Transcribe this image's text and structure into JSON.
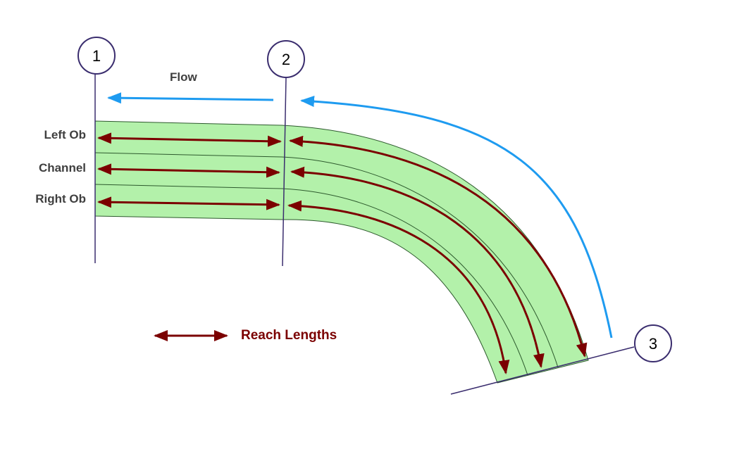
{
  "colors": {
    "band_fill": "#b3f1aa",
    "band_stroke": "#2d5a2d",
    "reach_arrow": "#7b0000",
    "flow_arrow": "#1e9bf0",
    "cross_section": "#3a2d6e",
    "background": "#ffffff"
  },
  "cross_sections": [
    {
      "number": "1"
    },
    {
      "number": "2"
    },
    {
      "number": "3"
    }
  ],
  "labels": {
    "flow": "Flow",
    "left_ob": "Left Ob",
    "channel": "Channel",
    "right_ob": "Right Ob"
  },
  "legend": {
    "text": "Reach Lengths",
    "icon": "double-headed-arrow-icon"
  }
}
